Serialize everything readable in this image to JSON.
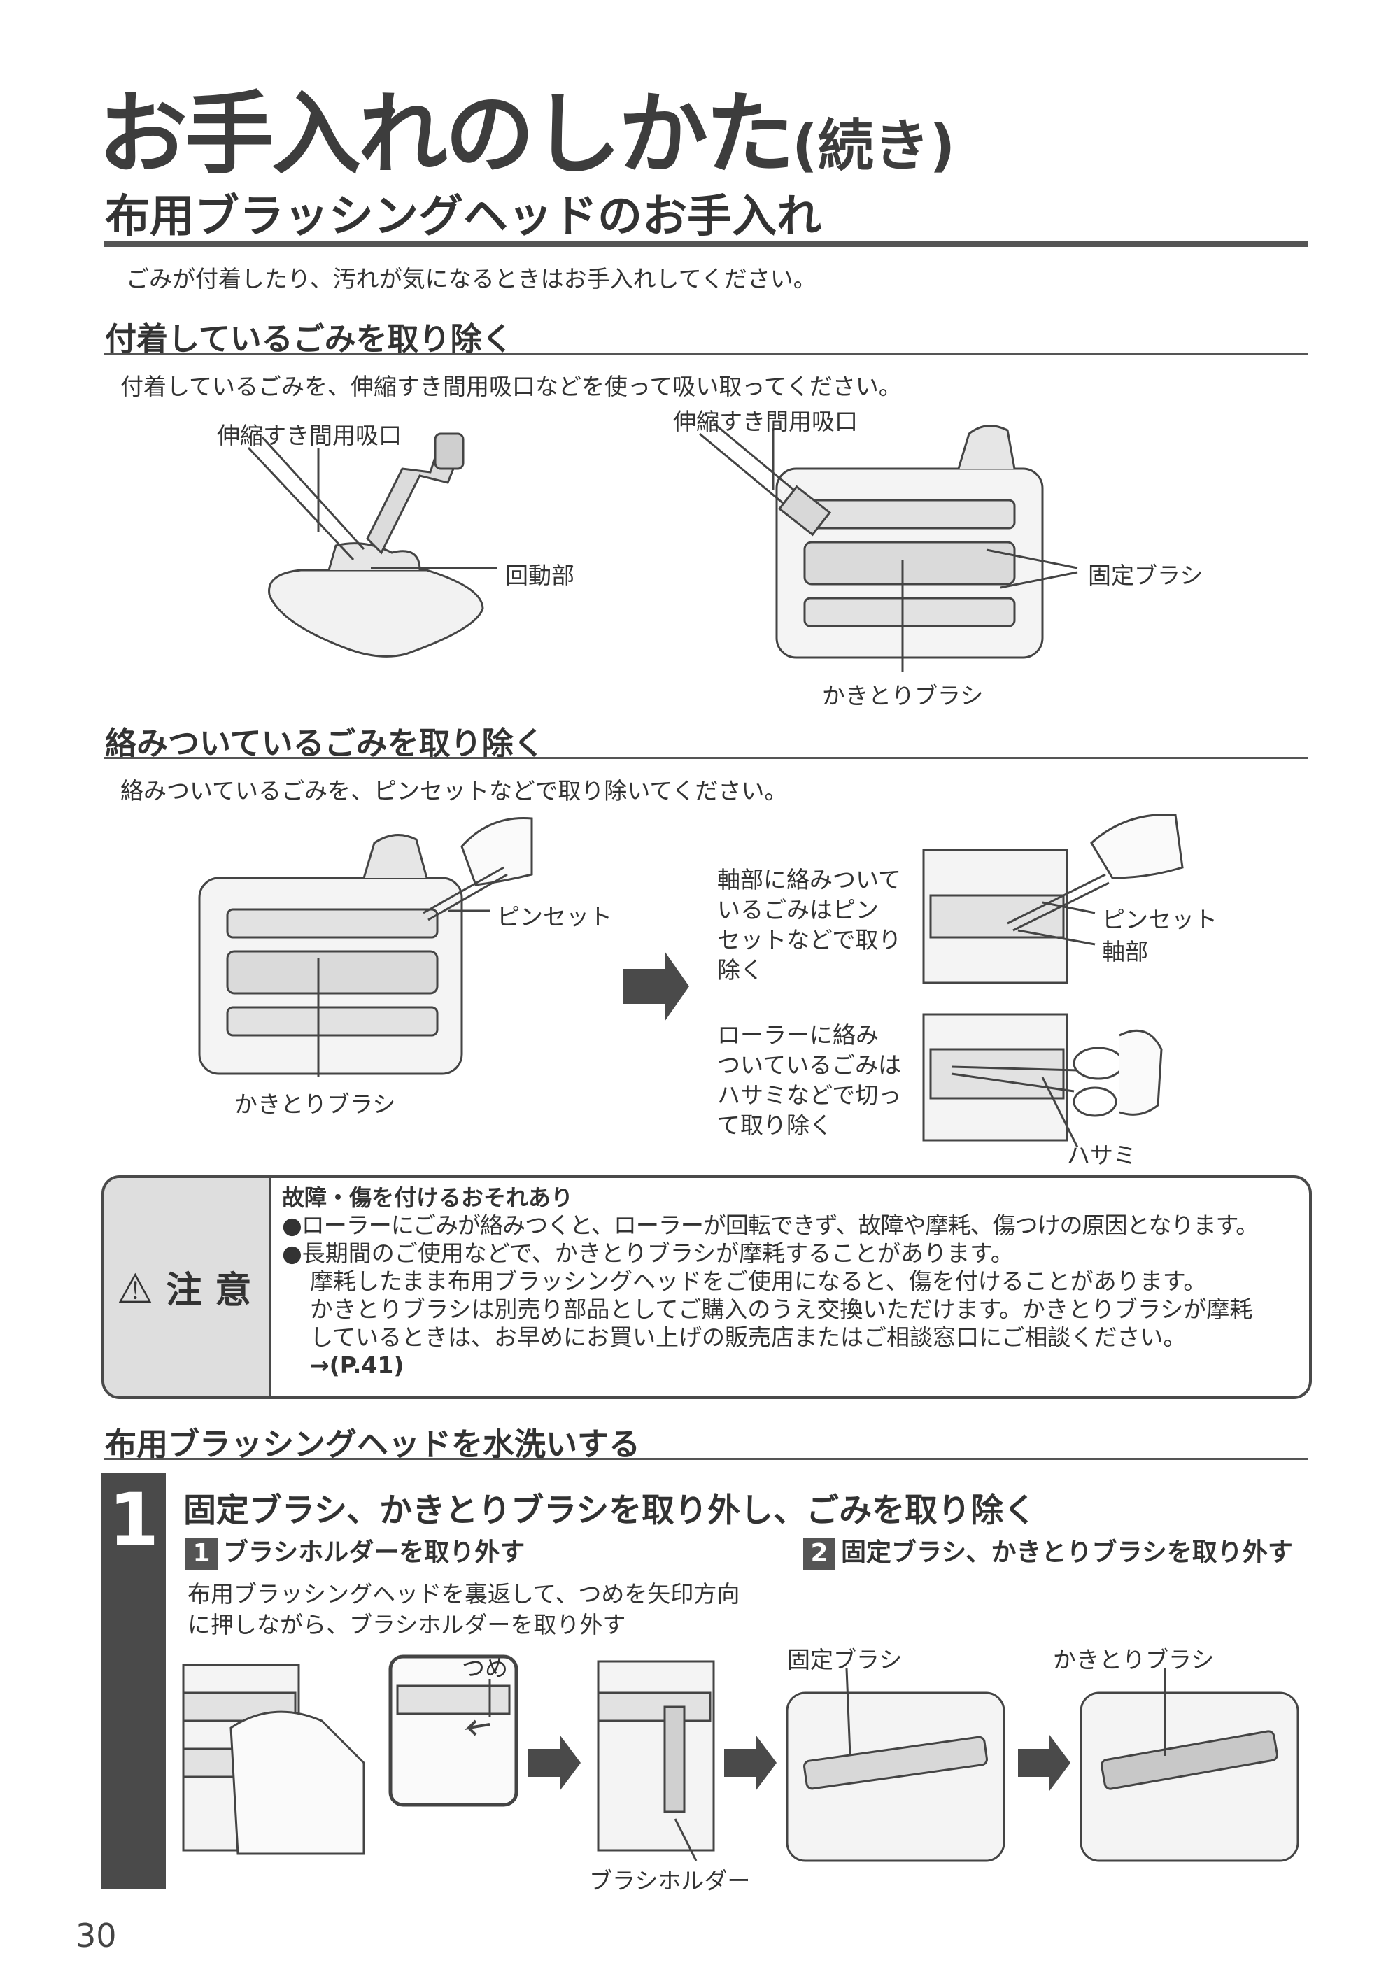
{
  "page": {
    "title": "お手入れのしかた",
    "title_suffix": "(続き)",
    "section_heading": "布用ブラッシングヘッドのお手入れ",
    "intro": "ごみが付着したり、汚れが気になるときはお手入れしてください。",
    "page_number": "30"
  },
  "section1": {
    "heading": "付着しているごみを取り除く",
    "text": "付着しているごみを、伸縮すき間用吸口などを使って吸い取ってください。",
    "labels": {
      "nozzle_left": "伸縮すき間用吸口",
      "nozzle_right": "伸縮すき間用吸口",
      "rotating": "回動部",
      "fixed_brush": "固定ブラシ",
      "scraper_brush": "かきとりブラシ"
    }
  },
  "section2": {
    "heading": "絡みついているごみを取り除く",
    "text": "絡みついているごみを、ピンセットなどで取り除いてください。",
    "labels": {
      "tweezers_left": "ピンセット",
      "scraper_brush": "かきとりブラシ",
      "shaft_note": [
        "軸部に絡みついて",
        "いるごみはピン",
        "セットなどで取り",
        "除く"
      ],
      "tweezers_right": "ピンセット",
      "shaft": "軸部",
      "roller_note": [
        "ローラーに絡み",
        "ついているごみは",
        "ハサミなどで切っ",
        "て取り除く"
      ],
      "scissors": "ハサミ"
    }
  },
  "caution": {
    "label": "注 意",
    "heading": "故障・傷を付けるおそれあり",
    "bullet1": "●ローラーにごみが絡みつくと、ローラーが回転できず、故障や摩耗、傷つけの原因となります。",
    "bullet2": "●長期間のご使用などで、かきとりブラシが摩耗することがあります。",
    "line3": "摩耗したまま布用ブラッシングヘッドをご使用になると、傷を付けることがあります。",
    "line4": "かきとりブラシは別売り部品としてご購入のうえ交換いただけます。かきとりブラシが摩耗",
    "line5": "しているときは、お早めにお買い上げの販売店またはご相談窓口にご相談ください。",
    "ref": "→(P.41)"
  },
  "section3": {
    "heading": "布用ブラッシングヘッドを水洗いする",
    "step_number": "1",
    "step_heading": "固定ブラシ、かきとりブラシを取り外し、ごみを取り除く",
    "sub1_num": "1",
    "sub1_title": "ブラシホルダーを取り外す",
    "sub1_text1": "布用ブラッシングヘッドを裏返して、つめを矢印方向",
    "sub1_text2": "に押しながら、ブラシホルダーを取り外す",
    "sub2_num": "2",
    "sub2_title": "固定ブラシ、かきとりブラシを取り外す",
    "labels": {
      "claw": "つめ",
      "brush_holder": "ブラシホルダー",
      "fixed_brush": "固定ブラシ",
      "scraper_brush": "かきとりブラシ"
    }
  }
}
